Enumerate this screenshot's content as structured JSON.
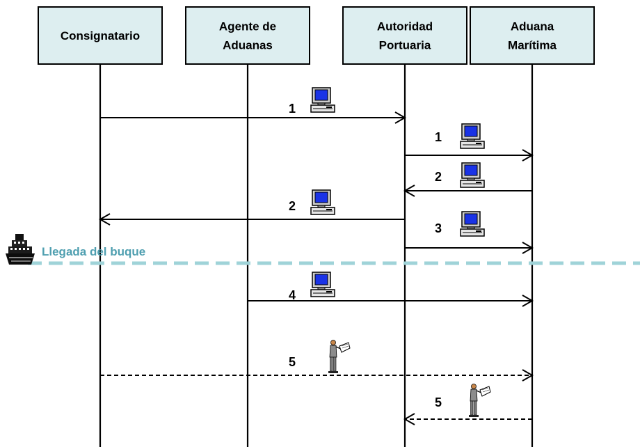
{
  "participants": [
    {
      "id": "consignatario",
      "lines": [
        "Consignatario"
      ]
    },
    {
      "id": "agente",
      "lines": [
        "Agente de",
        "Aduanas"
      ]
    },
    {
      "id": "autoridad",
      "lines": [
        "Autoridad",
        "Portuaria"
      ]
    },
    {
      "id": "aduana",
      "lines": [
        "Aduana",
        "Marítima"
      ]
    }
  ],
  "messages": [
    {
      "number": "1",
      "from": "consignatario",
      "to": "autoridad",
      "style": "solid",
      "icon": "computer-icon"
    },
    {
      "number": "1",
      "from": "autoridad",
      "to": "aduana",
      "style": "solid",
      "icon": "computer-icon"
    },
    {
      "number": "2",
      "from": "aduana",
      "to": "autoridad",
      "style": "solid",
      "icon": "computer-icon"
    },
    {
      "number": "2",
      "from": "autoridad",
      "to": "consignatario",
      "style": "solid",
      "icon": "computer-icon"
    },
    {
      "number": "3",
      "from": "autoridad",
      "to": "aduana",
      "style": "solid",
      "icon": "computer-icon"
    },
    {
      "number": "4",
      "from": "agente",
      "to": "aduana",
      "style": "solid",
      "icon": "computer-icon"
    },
    {
      "number": "5",
      "from": "consignatario",
      "to": "aduana",
      "style": "dashed",
      "icon": "person-with-document-icon"
    },
    {
      "number": "5",
      "from": "aduana",
      "to": "autoridad",
      "style": "dashed",
      "icon": "person-with-document-icon"
    }
  ],
  "event": {
    "label": "Llegada del buque",
    "icon": "ship-icon",
    "color": "#4f9fb0",
    "line_color": "#9fd3d8"
  },
  "colors": {
    "box_fill": "#ddeef0",
    "box_stroke": "#000000",
    "monitor_screen": "#1a33e6"
  }
}
